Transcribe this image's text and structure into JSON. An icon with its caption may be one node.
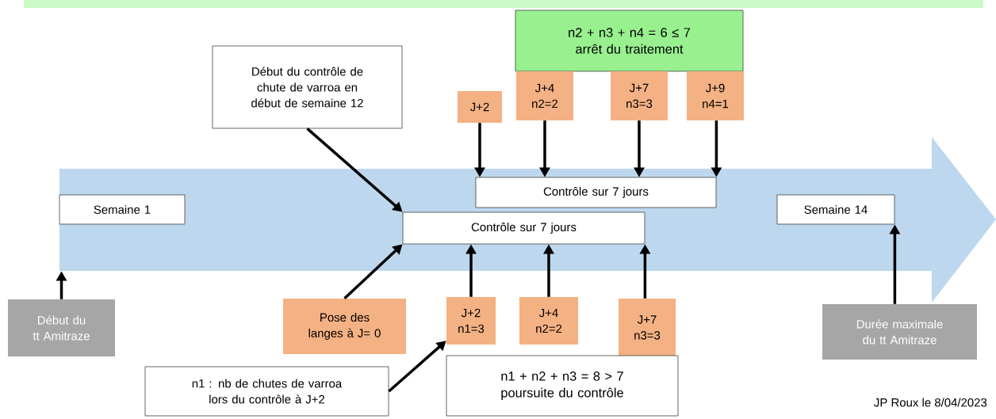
{
  "diagram": {
    "nodes": [
      {
        "text": [],
        "shape": "arrow"
      },
      {
        "text": [
          "Semaine 1"
        ],
        "in": 0
      },
      {
        "text": [
          "Semaine 14"
        ],
        "in": 0
      },
      {
        "text": [
          "Contrôle sur 7 jours"
        ],
        "in": 0
      },
      {
        "text": [
          "Contrôle sur 7 jours"
        ],
        "in": 0
      },
      {
        "text": [
          "n2 + n3 + n4 = 6 ≤ 7 arrêt du traitement"
        ]
      },
      {
        "text": [
          "J+2"
        ]
      },
      {
        "text": [
          "J+4 n2=2"
        ]
      },
      {
        "text": [
          "J+7 n3=3"
        ]
      },
      {
        "text": [
          "J+9 n4=1"
        ]
      },
      {
        "text": [
          "Début du contrôle de chute de varroa en début de semaine 12"
        ]
      },
      {
        "text": [
          "Début du tt Amitraze"
        ]
      },
      {
        "text": [
          "Pose des langes à J= 0"
        ]
      },
      {
        "text": [
          "J+2 n1=3"
        ]
      },
      {
        "text": [
          "J+4 n2=2"
        ]
      },
      {
        "text": [
          "J+7 n3=3"
        ]
      },
      {
        "text": [
          "n1 : nb de chutes de varroa lors du contrôle à J+2"
        ]
      },
      {
        "text": [
          "n1 + n2 + n3 = 8 > 7 poursuite du contrôle"
        ]
      },
      {
        "text": [
          "Durée maximale du tt Amitraze"
        ]
      }
    ],
    "edges": [
      {
        "from": 6,
        "to": 3,
        "arrow": "to"
      },
      {
        "from": 7,
        "to": 3,
        "arrow": "to"
      },
      {
        "from": 8,
        "to": 3,
        "arrow": "to"
      },
      {
        "from": 9,
        "to": 3,
        "arrow": "to"
      },
      {
        "from": 10,
        "to": 4,
        "arrow": "to"
      },
      {
        "from": 12,
        "to": 4,
        "arrow": "to"
      },
      {
        "from": 13,
        "to": 4,
        "arrow": "to"
      },
      {
        "from": 14,
        "to": 4,
        "arrow": "to"
      },
      {
        "from": 15,
        "to": 4,
        "arrow": "to"
      },
      {
        "from": 16,
        "to": 13,
        "arrow": "to"
      },
      {
        "from": 11,
        "to": 0,
        "arrow": "to"
      },
      {
        "from": 18,
        "to": 2,
        "arrow": "to"
      }
    ],
    "labels": [
      "JP Roux le 8/04/2023"
    ]
  }
}
